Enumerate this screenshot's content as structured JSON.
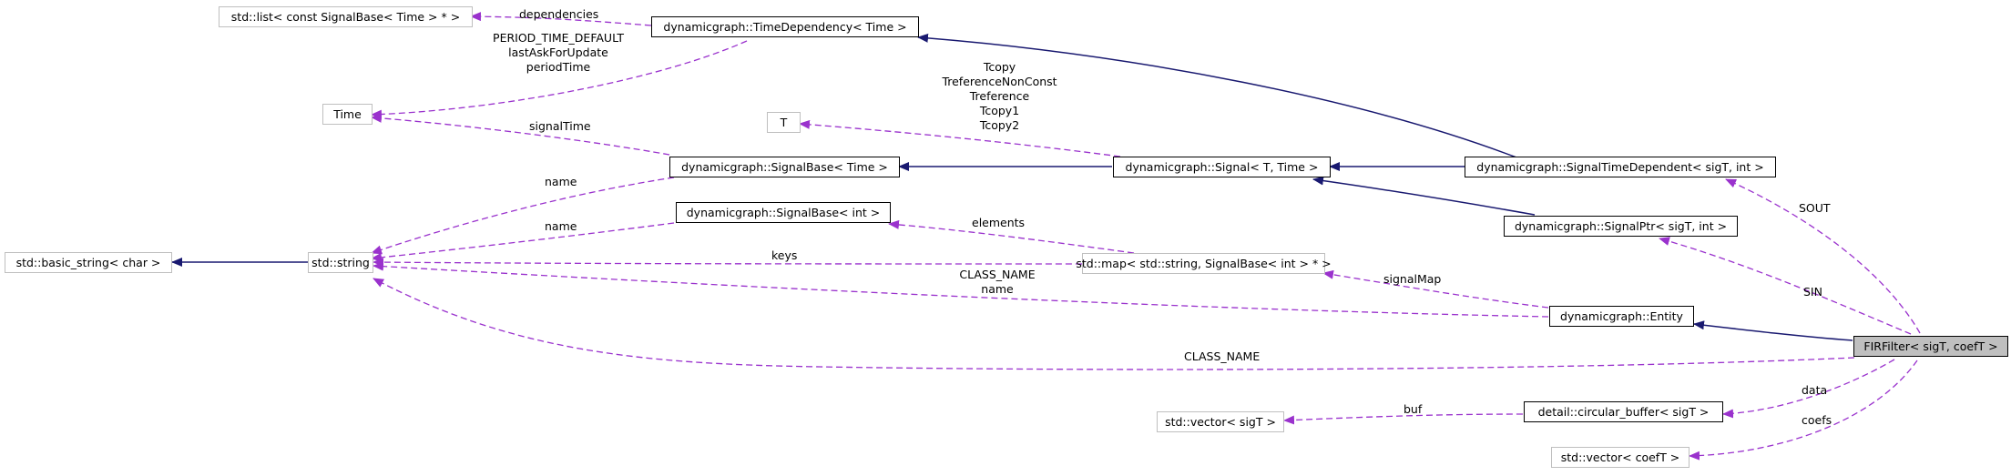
{
  "colors": {
    "inherit_edge": "#191970",
    "usage_edge": "#9a32cd",
    "focus_fill": "#bfbfbf",
    "external_border": "#bfbfbf"
  },
  "nodes": {
    "list_dep": "std::list< const SignalBase< Time > * >",
    "time_dependency": "dynamicgraph::TimeDependency< Time >",
    "time": "Time",
    "t": "T",
    "signal_base_time": "dynamicgraph::SignalBase< Time >",
    "signal": "dynamicgraph::Signal< T, Time >",
    "signal_time_dependent": "dynamicgraph::SignalTimeDependent< sigT, int >",
    "signal_base_int": "dynamicgraph::SignalBase< int >",
    "signal_ptr": "dynamicgraph::SignalPtr< sigT, int >",
    "basic_string": "std::basic_string< char >",
    "string": "std::string",
    "map": "std::map< std::string, SignalBase< int > * >",
    "entity": "dynamicgraph::Entity",
    "fir_filter": "FIRFilter< sigT, coefT >",
    "vector_sig": "std::vector< sigT >",
    "circular_buffer": "detail::circular_buffer< sigT >",
    "vector_coef": "std::vector< coefT >"
  },
  "edge_labels": {
    "dependencies": "dependencies",
    "time_members": [
      "PERIOD_TIME_DEFAULT",
      "lastAskForUpdate",
      "periodTime"
    ],
    "signal_time": "signalTime",
    "t_members": [
      "Tcopy",
      "TreferenceNonConst",
      "Treference",
      "Tcopy1",
      "Tcopy2"
    ],
    "name_base_time": "name",
    "name_base_int": "name",
    "elements": "elements",
    "keys": "keys",
    "entity_string": [
      "CLASS_NAME",
      "name"
    ],
    "signal_map": "signalMap",
    "sout": "SOUT",
    "sin": "SIN",
    "class_name": "CLASS_NAME",
    "data": "data",
    "buf": "buf",
    "coefs": "coefs"
  }
}
